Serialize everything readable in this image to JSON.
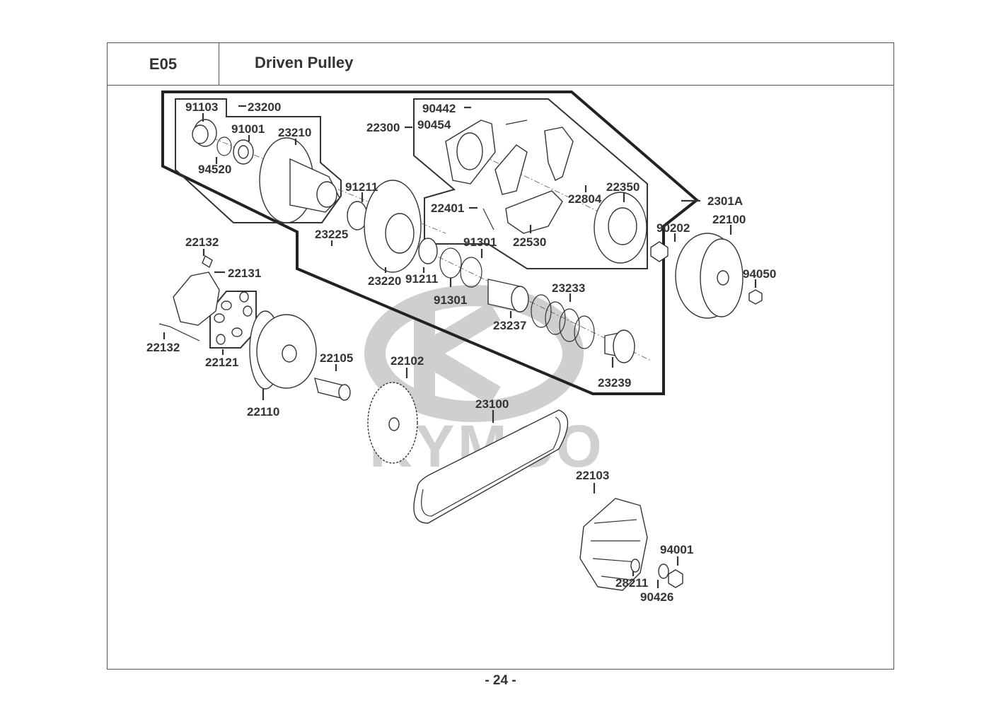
{
  "header": {
    "section_code": "E05",
    "title": "Driven Pulley"
  },
  "watermark": {
    "brand_text": "KYMCO",
    "logo": "kymco-logo"
  },
  "groups": [
    {
      "id": "2301A",
      "label": "2301A"
    },
    {
      "id": "23200",
      "label": "23200"
    },
    {
      "id": "22300",
      "label": "22300"
    },
    {
      "id": "22121",
      "label": "22121"
    }
  ],
  "parts": {
    "p91103": "91103",
    "p23200": "23200",
    "p91001": "91001",
    "p23210": "23210",
    "p94520": "94520",
    "p90442": "90442",
    "p22300": "22300",
    "p90454": "90454",
    "p91211a": "91211",
    "p22401": "22401",
    "p22804": "22804",
    "p22350": "22350",
    "p2301A": "2301A",
    "p22100": "22100",
    "p90202": "90202",
    "p23225": "23225",
    "p22530": "22530",
    "p91301a": "91301",
    "p23220": "23220",
    "p91211b": "91211",
    "p91301b": "91301",
    "p94050": "94050",
    "p23233": "23233",
    "p23237": "23237",
    "p23239": "23239",
    "p22132a": "22132",
    "p22131": "22131",
    "p22132b": "22132",
    "p22121": "22121",
    "p22105": "22105",
    "p22102": "22102",
    "p22110": "22110",
    "p23100": "23100",
    "p22103": "22103",
    "p94001": "94001",
    "p28211": "28211",
    "p90426": "90426"
  },
  "footer": {
    "page_number": "- 24 -"
  }
}
